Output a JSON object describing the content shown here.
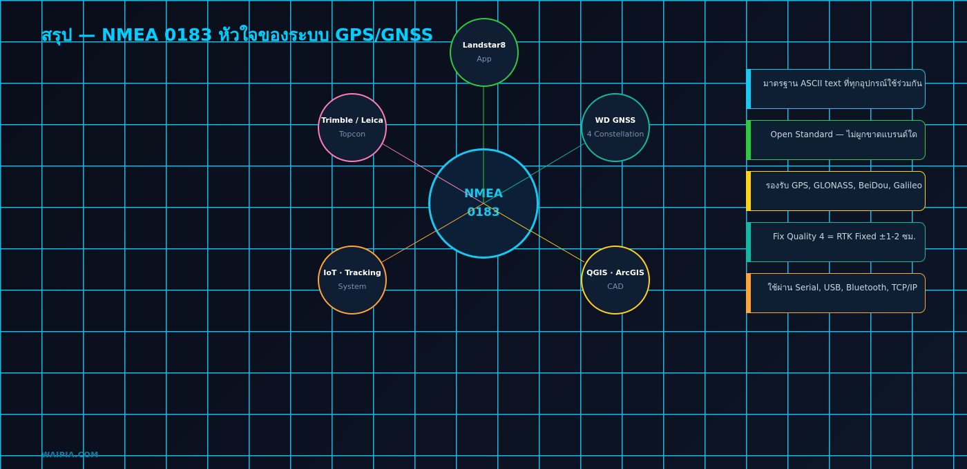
{
  "header": {
    "title": "สรุป — NMEA 0183 หัวใจของระบบ GPS/GNSS"
  },
  "hub": {
    "line1": "NMEA",
    "line2": "0183",
    "color": "#18c8f0"
  },
  "nodes": [
    {
      "title": "Landstar8",
      "subtitle": "App",
      "color": "#2ec940"
    },
    {
      "title": "Trimble / Leica",
      "subtitle": "Topcon",
      "color": "#ff7eb6"
    },
    {
      "title": "WD GNSS",
      "subtitle": "4 Constellation",
      "color": "#14b8a0"
    },
    {
      "title": "IoT · Tracking",
      "subtitle": "System",
      "color": "#ffa43a"
    },
    {
      "title": "QGIS · ArcGIS",
      "subtitle": "CAD",
      "color": "#ffd21a"
    }
  ],
  "cards": [
    {
      "text": "มาตรฐาน ASCII text ที่ทุกอุปกรณ์ใช้ร่วมกัน",
      "color": "#18c8f0"
    },
    {
      "text": "Open Standard — ไม่ผูกขาดแบรนด์ใด",
      "color": "#2ec940"
    },
    {
      "text": "รองรับ GPS, GLONASS, BeiDou, Galileo",
      "color": "#ffd21a"
    },
    {
      "text": "Fix Quality 4 = RTK Fixed ±1-2 ซม.",
      "color": "#14b8a0"
    },
    {
      "text": "ใช้ผ่าน Serial, USB, Bluetooth, TCP/IP",
      "color": "#ffa43a"
    }
  ],
  "footer": {
    "brand": "WAIPIA.COM"
  }
}
